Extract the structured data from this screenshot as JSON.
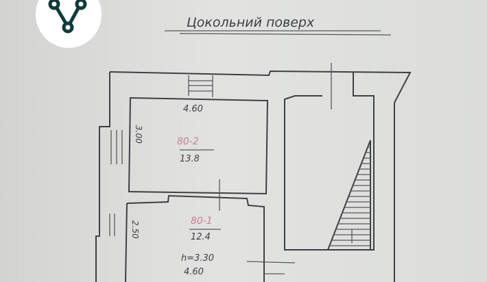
{
  "title": "Цокольний поверх",
  "logo": {
    "icon": "network-nodes-icon",
    "color": "#0f3b3a"
  },
  "rooms": [
    {
      "id": "80-2",
      "area": "13.8",
      "width": "4.60",
      "depth": "3.00"
    },
    {
      "id": "80-1",
      "area": "12.4",
      "width": "4.60",
      "depth": "2.50",
      "height": "h=3.30"
    }
  ],
  "colors": {
    "ink": "#3d3f42",
    "room_id": "#c9808f",
    "paper": "#dcdddb"
  }
}
